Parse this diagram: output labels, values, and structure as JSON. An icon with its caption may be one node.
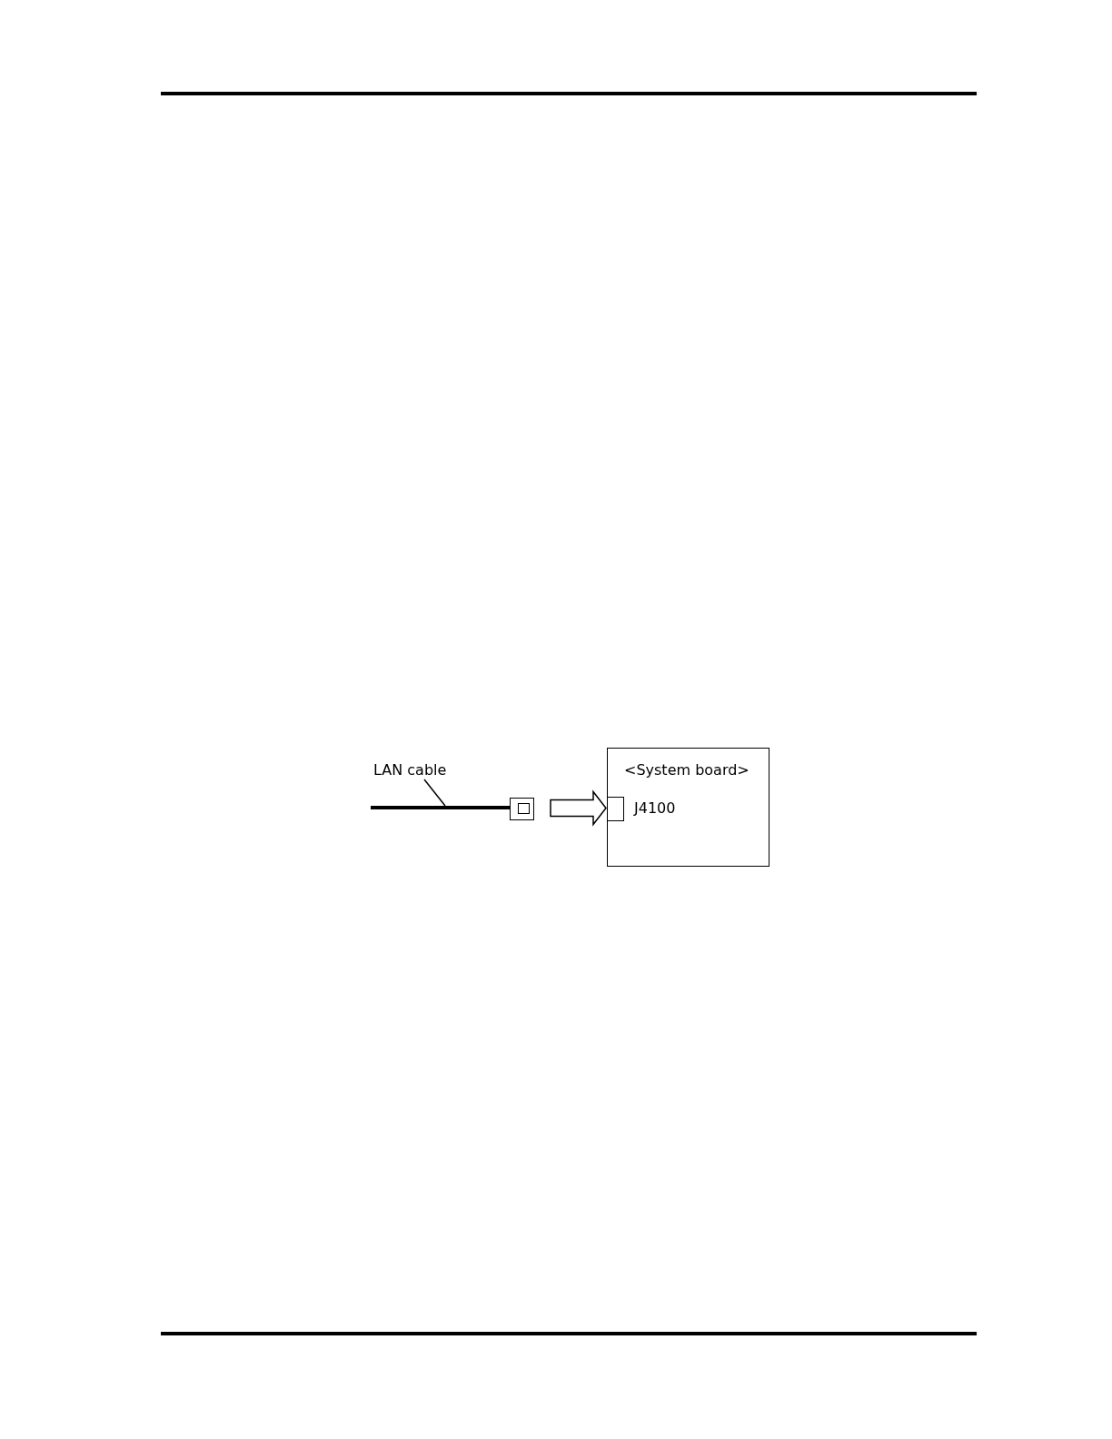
{
  "diagram": {
    "nodes": [
      {
        "text": [
          "LAN cable"
        ]
      },
      {
        "text": [],
        "shape": "line"
      },
      {
        "text": [],
        "shape": "box"
      },
      {
        "text": [
          "<System board>"
        ]
      },
      {
        "text": [],
        "shape": "box",
        "in": 3,
        "beside": [
          "J4100"
        ]
      }
    ],
    "edges": [
      {
        "from": 0,
        "to": 1,
        "arrow": "none"
      },
      {
        "from": 2,
        "to": 4,
        "arrow": "to"
      }
    ]
  }
}
